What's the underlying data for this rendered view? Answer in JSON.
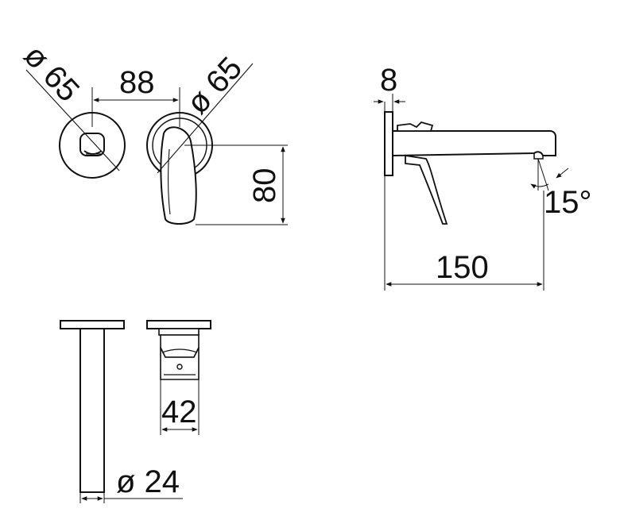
{
  "dimensions": {
    "left_rosette_diameter": "ø 65",
    "right_rosette_diameter": "ø 65",
    "rosette_spacing": "88",
    "handle_height": "80",
    "rosette_thickness": "8",
    "spout_angle": "15°",
    "spout_projection": "150",
    "body_depth": "42",
    "pipe_diameter": "ø 24"
  }
}
